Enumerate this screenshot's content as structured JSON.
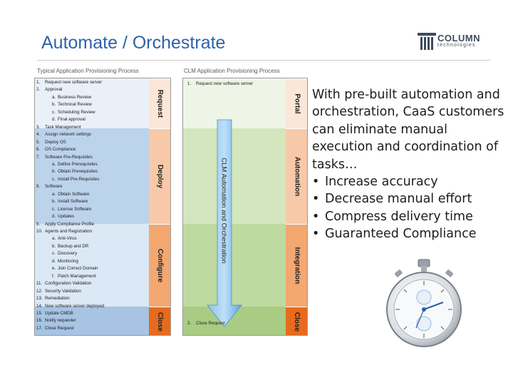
{
  "slide": {
    "title": "Automate / Orchestrate"
  },
  "logo": {
    "name": "COLUMN",
    "sub": "technologies"
  },
  "diagram": {
    "left": {
      "title": "Typical Application Provisioning Process",
      "stages": [
        "Request",
        "Deploy",
        "Configure",
        "Close"
      ],
      "steps": [
        {
          "n": "1.",
          "t": "Request new software server",
          "sub": false
        },
        {
          "n": "2.",
          "t": "Approval",
          "sub": false
        },
        {
          "n": "a.",
          "t": "Business Review",
          "sub": true
        },
        {
          "n": "b.",
          "t": "Technical Review",
          "sub": true
        },
        {
          "n": "c.",
          "t": "Scheduling Review",
          "sub": true
        },
        {
          "n": "d.",
          "t": "Final approval",
          "sub": true
        },
        {
          "n": "3.",
          "t": "Task Management",
          "sub": false
        },
        {
          "n": "4.",
          "t": "Assign network settings",
          "sub": false
        },
        {
          "n": "5.",
          "t": "Deploy OS",
          "sub": false
        },
        {
          "n": "6.",
          "t": "OS Compliance",
          "sub": false
        },
        {
          "n": "7.",
          "t": "Software Pre-Requisites",
          "sub": false
        },
        {
          "n": "a.",
          "t": "Define Prerequisites",
          "sub": true
        },
        {
          "n": "b.",
          "t": "Obtain Prerequisites",
          "sub": true
        },
        {
          "n": "c.",
          "t": "Install Pre-Requisites",
          "sub": true
        },
        {
          "n": "8.",
          "t": "Software",
          "sub": false
        },
        {
          "n": "a.",
          "t": "Obtain Software",
          "sub": true
        },
        {
          "n": "b.",
          "t": "Install Software",
          "sub": true
        },
        {
          "n": "c.",
          "t": "License Software",
          "sub": true
        },
        {
          "n": "d.",
          "t": "Updates",
          "sub": true
        },
        {
          "n": "9.",
          "t": "Apply Compliance Profile",
          "sub": false
        },
        {
          "n": "10.",
          "t": "Agents and Registration",
          "sub": false
        },
        {
          "n": "a.",
          "t": "Anti-Virus",
          "sub": true
        },
        {
          "n": "b.",
          "t": "Backup and DR",
          "sub": true
        },
        {
          "n": "c.",
          "t": "Discovery",
          "sub": true
        },
        {
          "n": "d.",
          "t": "Monitoring",
          "sub": true
        },
        {
          "n": "e.",
          "t": "Join Correct Domain",
          "sub": true
        },
        {
          "n": "f.",
          "t": "Patch Management",
          "sub": true
        },
        {
          "n": "11.",
          "t": "Configuration Validation",
          "sub": false
        },
        {
          "n": "12.",
          "t": "Security Validation",
          "sub": false
        },
        {
          "n": "13.",
          "t": "Remediation",
          "sub": false
        },
        {
          "n": "14.",
          "t": "New software server deployed",
          "sub": false
        },
        {
          "n": "15.",
          "t": "Update CMDB",
          "sub": false
        },
        {
          "n": "16.",
          "t": "Notify requester",
          "sub": false
        },
        {
          "n": "17.",
          "t": "Close Request",
          "sub": false
        }
      ]
    },
    "right": {
      "title": "CLM Application Provisioning Process",
      "stages": [
        "Portal",
        "Automation",
        "Integration",
        "Close"
      ],
      "arrow_label": "CLM Automation and Orchestration",
      "steps": [
        {
          "n": "1.",
          "t": "Request new software server"
        },
        {
          "n": "2.",
          "t": "Close Request"
        }
      ]
    }
  },
  "text": {
    "intro": "With pre-built automation and orchestration, CaaS customers can eliminate manual execution and coordination of tasks…",
    "bullets": [
      "Increase accuracy",
      "Decrease manual effort",
      "Compress delivery time",
      "Guaranteed Compliance"
    ],
    "bullet_char": "•"
  },
  "colors": {
    "title": "#2f62a8",
    "accent_orange": "#e86a1c",
    "arrow_blue": "#5aa7e0"
  }
}
